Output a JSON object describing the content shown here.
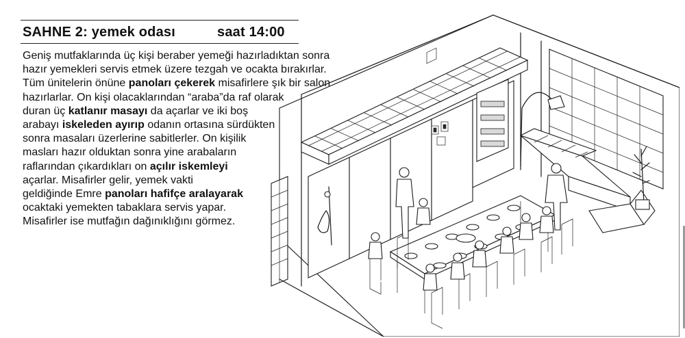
{
  "header": {
    "scene_label": "SAHNE 2:  yemek odası",
    "time_label": "saat 14:00"
  },
  "story": {
    "lines": [
      [
        {
          "t": "Geniş mutfaklarında üç kişi beraber yemeği hazırladıktan sonra",
          "b": false
        }
      ],
      [
        {
          "t": "hazır yemekleri servis etmek üzere tezgah ve ocakta bırakırlar.",
          "b": false
        }
      ],
      [
        {
          "t": "Tüm ünitelerin önüne ",
          "b": false
        },
        {
          "t": "panoları çekerek",
          "b": true
        },
        {
          "t": " misafirlere şık bir salon",
          "b": false
        }
      ],
      [
        {
          "t": "hazırlarlar.  On kişi olacaklarından “araba”da raf olarak",
          "b": false
        }
      ],
      [
        {
          "t": "duran üç ",
          "b": false
        },
        {
          "t": "katlanır masayı",
          "b": true
        },
        {
          "t": " da açarlar ve iki boş",
          "b": false
        }
      ],
      [
        {
          "t": "arabayı ",
          "b": false
        },
        {
          "t": "iskeleden ayırıp",
          "b": true
        },
        {
          "t": " odanın ortasına sürdükten",
          "b": false
        }
      ],
      [
        {
          "t": "sonra masaları üzerlerine sabitlerler.  On kişilik",
          "b": false
        }
      ],
      [
        {
          "t": "masları hazır olduktan sonra yine arabaların",
          "b": false
        }
      ],
      [
        {
          "t": "raflarından çıkardıkları on ",
          "b": false
        },
        {
          "t": "açılır iskemleyi",
          "b": true
        }
      ],
      [
        {
          "t": "açarlar.  Misafirler gelir,  yemek vakti",
          "b": false
        }
      ],
      [
        {
          "t": "geldiğinde Emre ",
          "b": false
        },
        {
          "t": "panoları hafifçe aralayarak",
          "b": true
        }
      ],
      [
        {
          "t": "ocaktaki yemekten tabaklara servis yapar.",
          "b": false
        }
      ],
      [
        {
          "t": "Misafirler ise mutfağın dağınıklığını görmez.",
          "b": false
        }
      ]
    ]
  },
  "colors": {
    "ink": "#1a1a1a",
    "background": "#ffffff"
  }
}
